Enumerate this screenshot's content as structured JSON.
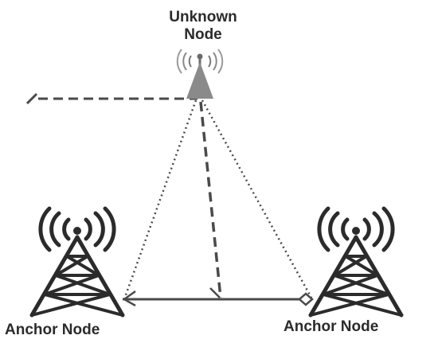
{
  "unknown_node": {
    "label_line1": "Unknown",
    "label_line2": "Node"
  },
  "anchor_left": {
    "label": "Anchor Node"
  },
  "anchor_right": {
    "label": "Anchor Node"
  },
  "colors": {
    "ink": "#2b2b2b",
    "unknown_node_fill": "#8a8a8a",
    "line": "#4a4a4a",
    "background": "#ffffff"
  }
}
